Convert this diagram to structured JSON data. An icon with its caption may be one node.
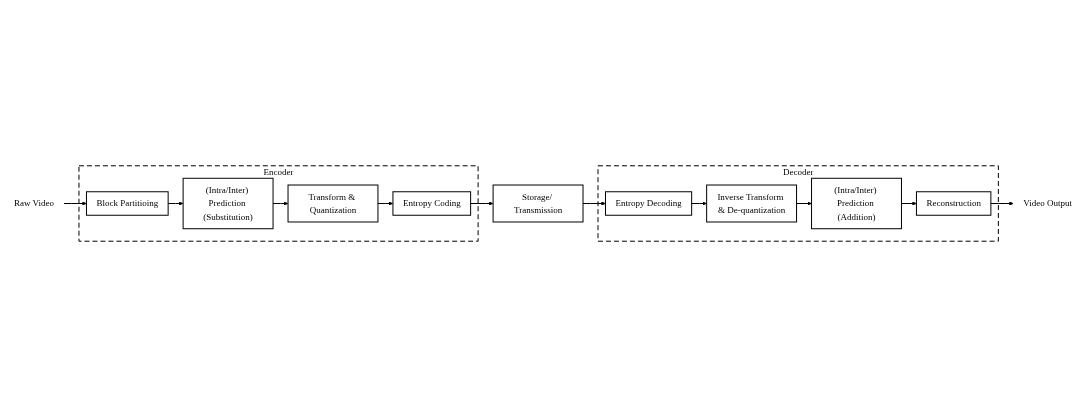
{
  "diagram": {
    "nodes": [
      {
        "text": [
          "Encoder"
        ]
      },
      {
        "text": [
          "Raw Video"
        ]
      },
      {
        "text": [
          "Block Partitioing"
        ],
        "in": 0
      },
      {
        "text": [
          "(Intra/Inter) Prediction (Substitution)"
        ],
        "in": 0
      },
      {
        "text": [
          "Transform & Quantization"
        ],
        "in": 0
      },
      {
        "text": [
          "Entropy Coding"
        ],
        "in": 0
      },
      {
        "text": [
          "Storage/ Transmission"
        ]
      },
      {
        "text": [
          "Decoder"
        ]
      },
      {
        "text": [
          "Video Output"
        ]
      },
      {
        "text": [
          "Reconstruction"
        ],
        "in": 7
      },
      {
        "text": [
          "(Intra/Inter) Prediction (Addition)"
        ],
        "in": 7
      },
      {
        "text": [
          "Inverse Transform & De-quantization"
        ],
        "in": 7
      },
      {
        "text": [
          "Entropy Decoding"
        ],
        "in": 7
      }
    ],
    "edges": [
      {
        "from": 1,
        "to": 2,
        "arrow": "to"
      },
      {
        "from": 2,
        "to": 3,
        "arrow": "to"
      },
      {
        "from": 3,
        "to": 4,
        "arrow": "to"
      },
      {
        "from": 4,
        "to": 5,
        "arrow": "to"
      },
      {
        "from": 5,
        "to": 6,
        "arrow": "to"
      },
      {
        "from": 6,
        "to": 12,
        "arrow": "to"
      },
      {
        "from": 12,
        "to": 11,
        "arrow": "to"
      },
      {
        "from": 11,
        "to": 10,
        "arrow": "to"
      },
      {
        "from": 10,
        "to": 9,
        "arrow": "to"
      },
      {
        "from": 9,
        "to": 8,
        "arrow": "to"
      }
    ]
  }
}
